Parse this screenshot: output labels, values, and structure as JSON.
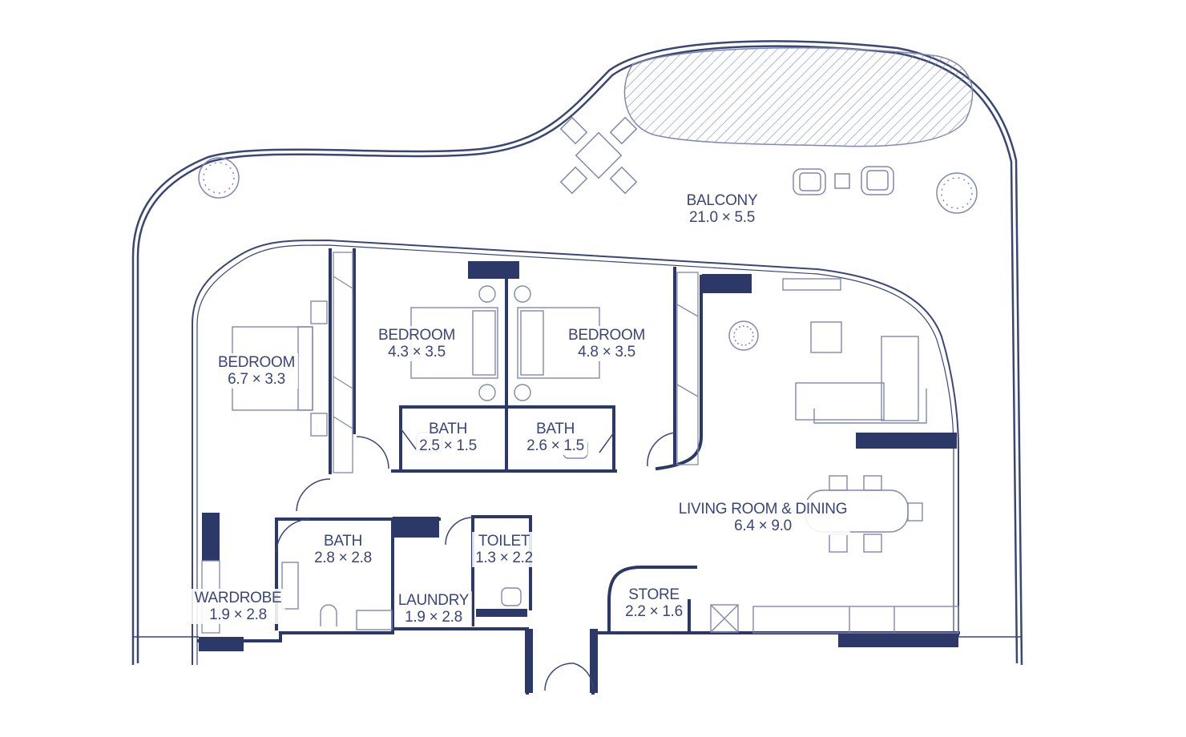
{
  "colors": {
    "wall": "#2c3868",
    "line": "#3a4677",
    "furniture": "#8089ad",
    "background": "#ffffff"
  },
  "rooms": [
    {
      "id": "balcony",
      "name": "BALCONY",
      "size": "21.0 × 5.5"
    },
    {
      "id": "bedroom-master",
      "name": "BEDROOM",
      "size": "6.7 × 3.3"
    },
    {
      "id": "bedroom-2",
      "name": "BEDROOM",
      "size": "4.3 × 3.5"
    },
    {
      "id": "bedroom-3",
      "name": "BEDROOM",
      "size": "4.8 × 3.5"
    },
    {
      "id": "bath-1",
      "name": "BATH",
      "size": "2.5 × 1.5"
    },
    {
      "id": "bath-2",
      "name": "BATH",
      "size": "2.6 × 1.5"
    },
    {
      "id": "bath-3",
      "name": "BATH",
      "size": "2.8 × 2.8"
    },
    {
      "id": "toilet",
      "name": "TOILET",
      "size": "1.3 × 2.2"
    },
    {
      "id": "living-dining",
      "name": "LIVING ROOM & DINING",
      "size": "6.4 × 9.0"
    },
    {
      "id": "wardrobe",
      "name": "WARDROBE",
      "size": "1.9 × 2.8"
    },
    {
      "id": "laundry",
      "name": "LAUNDRY",
      "size": "1.9 × 2.8"
    },
    {
      "id": "store",
      "name": "STORE",
      "size": "2.2 × 1.6"
    }
  ]
}
